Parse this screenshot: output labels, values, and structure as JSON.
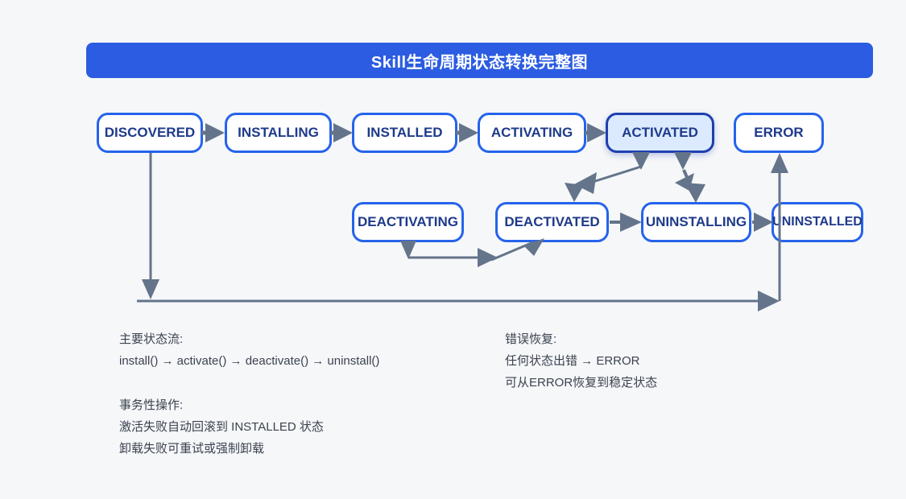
{
  "header": {
    "title": "Skill生命周期状态转换完整图",
    "bg": "#2b5ce1",
    "text_color": "#ffffff"
  },
  "diagram": {
    "colors": {
      "box_border": "#2563eb",
      "box_text": "#1e3a8a",
      "box_bg": "#ffffff",
      "highlight_bg": "#dbeafe",
      "highlight_border": "#1e40af",
      "arrow": "#64748b"
    },
    "states": [
      {
        "label": "DISCOVERED",
        "highlighted": false
      },
      {
        "label": "INSTALLING",
        "highlighted": false
      },
      {
        "label": "INSTALLED",
        "highlighted": false
      },
      {
        "label": "ACTIVATING",
        "highlighted": false
      },
      {
        "label": "ACTIVATED",
        "highlighted": true
      },
      {
        "label": "ERROR",
        "highlighted": false
      },
      {
        "label": "DEACTIVATING",
        "highlighted": false
      },
      {
        "label": "DEACTIVATED",
        "highlighted": false
      },
      {
        "label": "UNINSTALLING",
        "highlighted": false
      },
      {
        "label": "UNINSTALLED",
        "highlighted": false
      }
    ],
    "transitions": [
      "DISCOVERED→INSTALLING",
      "INSTALLING→INSTALLED",
      "INSTALLED→ACTIVATING",
      "ACTIVATING→ACTIVATED",
      "ACTIVATED→DEACTIVATED",
      "ACTIVATED→UNINSTALLING",
      "DEACTIVATING→DEACTIVATED",
      "DEACTIVATED→UNINSTALLING",
      "UNINSTALLING→UNINSTALLED",
      "DISCOVERED→ERROR"
    ]
  },
  "notes": {
    "flow_title": "主要状态流:",
    "flow_text": "install() → activate() → deactivate() → uninstall()",
    "tx_title": "事务性操作:",
    "tx_line1": "激活失败自动回滚到 INSTALLED 状态",
    "tx_line2": "卸载失败可重试或强制卸载",
    "err_title": "错误恢复:",
    "err_line1": "任何状态出错 → ERROR",
    "err_line2": "可从ERROR恢复到稳定状态"
  }
}
